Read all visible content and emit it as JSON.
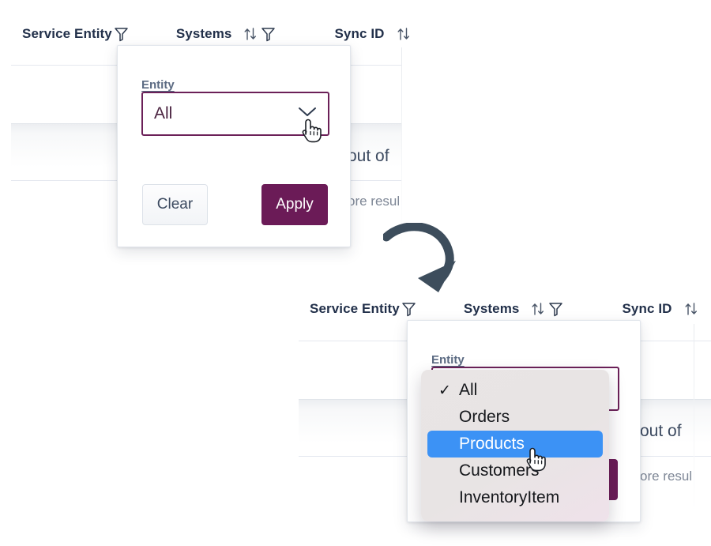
{
  "table": {
    "columns": [
      {
        "label": "Service Entity",
        "icons": [
          "filter-icon"
        ]
      },
      {
        "label": "Systems",
        "icons": [
          "sort-icon",
          "filter-icon"
        ]
      },
      {
        "label": "Sync ID",
        "icons": [
          "sort-icon"
        ]
      }
    ],
    "clipped_text": {
      "count_fragment": "out of",
      "more_results_fragment": "ore resul"
    }
  },
  "filter_popup": {
    "field_label": "Entity",
    "select_value": "All",
    "chevron_icon": "chevron-down-icon",
    "clear_label": "Clear",
    "apply_label": "Apply"
  },
  "dropdown": {
    "options": [
      {
        "label": "All",
        "checked": true,
        "highlighted": false
      },
      {
        "label": "Orders",
        "checked": false,
        "highlighted": false
      },
      {
        "label": "Products",
        "checked": false,
        "highlighted": true
      },
      {
        "label": "Customers",
        "checked": false,
        "highlighted": false
      },
      {
        "label": "InventoryItem",
        "checked": false,
        "highlighted": false
      }
    ],
    "check_glyph": "✓"
  },
  "annotation": {
    "arrow_icon": "curved-arrow-down-icon"
  },
  "colors": {
    "accent_purple": "#6b1b57",
    "select_border": "#6b2058",
    "header_text": "#22304a",
    "highlight_blue": "#3c92f5",
    "arrow_slate": "#3d4d5c",
    "list_bg": "#e8e4e4"
  }
}
